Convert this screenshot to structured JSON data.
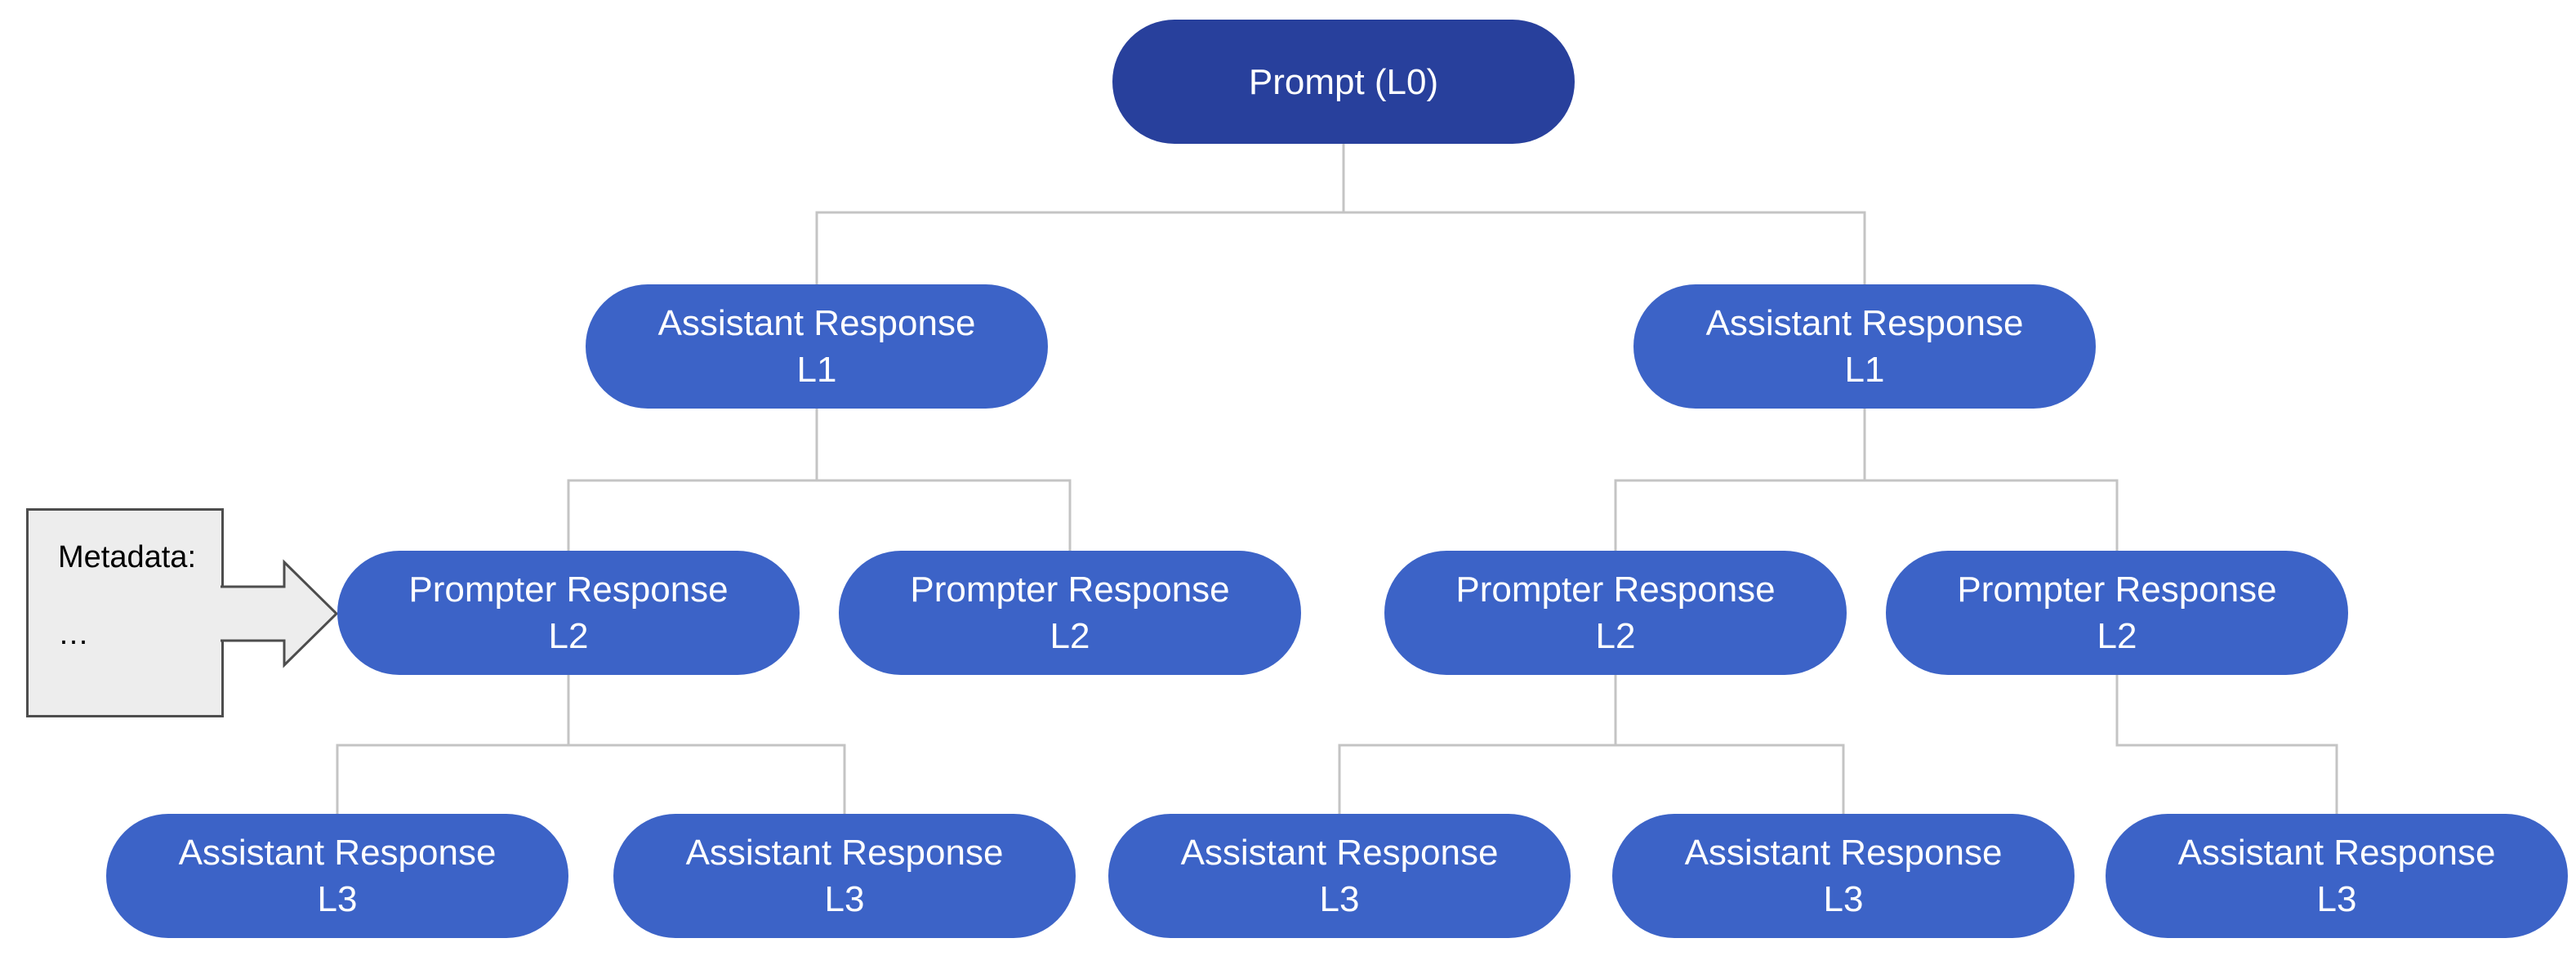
{
  "diagram": {
    "type": "tree",
    "description": "Conversation tree diagram with alternating prompter and assistant turns",
    "colors": {
      "root_node_fill": "#28409c",
      "node_fill": "#3c63c7",
      "node_text": "#ffffff",
      "connector": "#c4c4c4",
      "callout_fill": "#ededed",
      "callout_border": "#4d4d4d",
      "callout_text": "#000000",
      "background": "#ffffff"
    },
    "nodes": [
      {
        "id": "L0",
        "level": 0,
        "parent": null,
        "line1": "Prompt (L0)",
        "line2": ""
      },
      {
        "id": "L1-1",
        "level": 1,
        "parent": "L0",
        "line1": "Assistant Response",
        "line2": "L1"
      },
      {
        "id": "L1-2",
        "level": 1,
        "parent": "L0",
        "line1": "Assistant Response",
        "line2": "L1"
      },
      {
        "id": "L2-1",
        "level": 2,
        "parent": "L1-1",
        "line1": "Prompter Response",
        "line2": "L2"
      },
      {
        "id": "L2-2",
        "level": 2,
        "parent": "L1-1",
        "line1": "Prompter Response",
        "line2": "L2"
      },
      {
        "id": "L2-3",
        "level": 2,
        "parent": "L1-2",
        "line1": "Prompter Response",
        "line2": "L2"
      },
      {
        "id": "L2-4",
        "level": 2,
        "parent": "L1-2",
        "line1": "Prompter Response",
        "line2": "L2"
      },
      {
        "id": "L3-1",
        "level": 3,
        "parent": "L2-1",
        "line1": "Assistant Response",
        "line2": "L3"
      },
      {
        "id": "L3-2",
        "level": 3,
        "parent": "L2-1",
        "line1": "Assistant Response",
        "line2": "L3"
      },
      {
        "id": "L3-3",
        "level": 3,
        "parent": "L2-3",
        "line1": "Assistant Response",
        "line2": "L3"
      },
      {
        "id": "L3-4",
        "level": 3,
        "parent": "L2-3",
        "line1": "Assistant Response",
        "line2": "L3"
      },
      {
        "id": "L3-5",
        "level": 3,
        "parent": "L2-4",
        "line1": "Assistant Response",
        "line2": "L3"
      }
    ],
    "edges": [
      {
        "from": "L0",
        "to": "L1-1"
      },
      {
        "from": "L0",
        "to": "L1-2"
      },
      {
        "from": "L1-1",
        "to": "L2-1"
      },
      {
        "from": "L1-1",
        "to": "L2-2"
      },
      {
        "from": "L1-2",
        "to": "L2-3"
      },
      {
        "from": "L1-2",
        "to": "L2-4"
      },
      {
        "from": "L2-1",
        "to": "L3-1"
      },
      {
        "from": "L2-1",
        "to": "L3-2"
      },
      {
        "from": "L2-3",
        "to": "L3-3"
      },
      {
        "from": "L2-3",
        "to": "L3-4"
      },
      {
        "from": "L2-4",
        "to": "L3-5"
      }
    ],
    "callout": {
      "line1": "Metadata:",
      "line2": "…",
      "points_to": "L2-1"
    }
  }
}
